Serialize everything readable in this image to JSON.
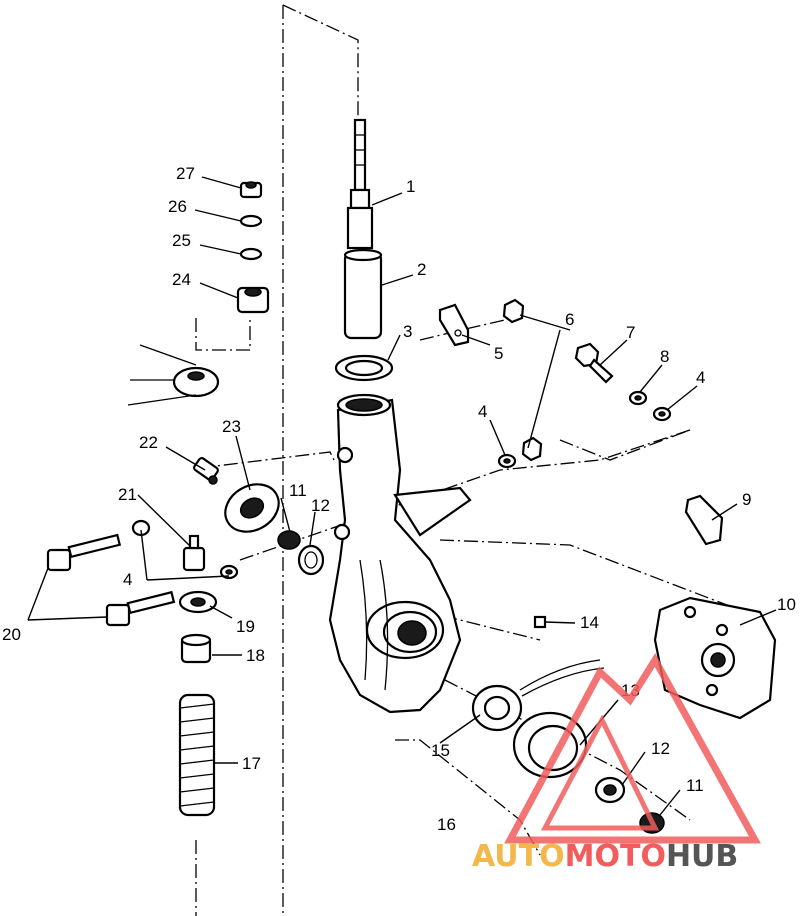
{
  "callouts": [
    "1",
    "2",
    "3",
    "4",
    "5",
    "6",
    "7",
    "8",
    "4",
    "9",
    "10",
    "11",
    "12",
    "13",
    "14",
    "15",
    "16",
    "17",
    "18",
    "19",
    "20",
    "4",
    "21",
    "22",
    "23",
    "11",
    "12",
    "24",
    "25",
    "26",
    "27"
  ],
  "watermark": {
    "part1": "AUTO",
    "part2": "MOTO",
    "part3": "HUB",
    "color1": "#f2b84b",
    "color2": "#f25c5c",
    "color3": "#555555",
    "logo_color": "#f25c5c"
  }
}
